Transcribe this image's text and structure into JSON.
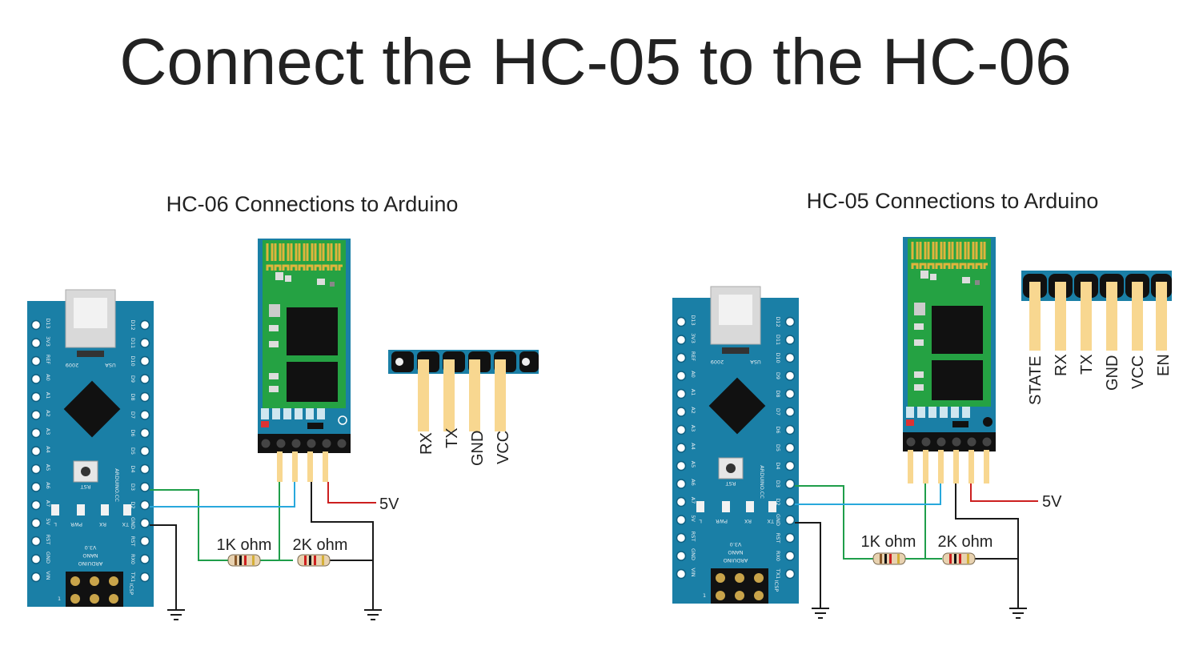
{
  "title": "Connect the HC-05 to the HC-06",
  "left": {
    "heading": "HC-06 Connections to Arduino",
    "pins": [
      "RX",
      "TX",
      "GND",
      "VCC"
    ],
    "resistor1": "1K ohm",
    "resistor2": "2K ohm",
    "supply": "5V"
  },
  "right": {
    "heading": "HC-05 Connections to Arduino",
    "pins": [
      "STATE",
      "RX",
      "TX",
      "GND",
      "VCC",
      "EN"
    ],
    "resistor1": "1K ohm",
    "resistor2": "2K ohm",
    "supply": "5V"
  },
  "nano": {
    "left_pins": [
      "D13",
      "3V3",
      "REF",
      "A0",
      "A1",
      "A2",
      "A3",
      "A4",
      "A5",
      "A6",
      "A7",
      "5V",
      "RST",
      "GND",
      "VIN"
    ],
    "right_pins": [
      "D12",
      "D11",
      "D10",
      "D9",
      "D8",
      "D7",
      "D6",
      "D5",
      "D4",
      "D3",
      "D2",
      "GND",
      "RST",
      "RX0",
      "TX1"
    ],
    "usa": "USA",
    "year": "2009",
    "rst": "RST",
    "arduino_cc": "ARDUINO.CC",
    "leds": [
      "L",
      "PWR",
      "RX",
      "TX"
    ],
    "board_name": "ARDUINO",
    "board_model": "NANO",
    "board_version": "V3.0",
    "icsp": "ICSP",
    "icsp_one": "1"
  },
  "colors": {
    "board_blue": "#1a7fa6",
    "module_green": "#25a243",
    "pin_gold": "#f8d790",
    "wire_green": "#1f9e4a",
    "wire_cyan": "#28a8dc",
    "wire_red": "#cc1f1f",
    "wire_black": "#1a1a1a"
  }
}
